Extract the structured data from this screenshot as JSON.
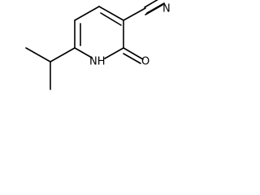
{
  "molecule": {
    "atoms": {
      "nitrile_nitrogen": "N",
      "ring_nitrogen": "NH",
      "carbonyl_oxygen": "O"
    }
  }
}
